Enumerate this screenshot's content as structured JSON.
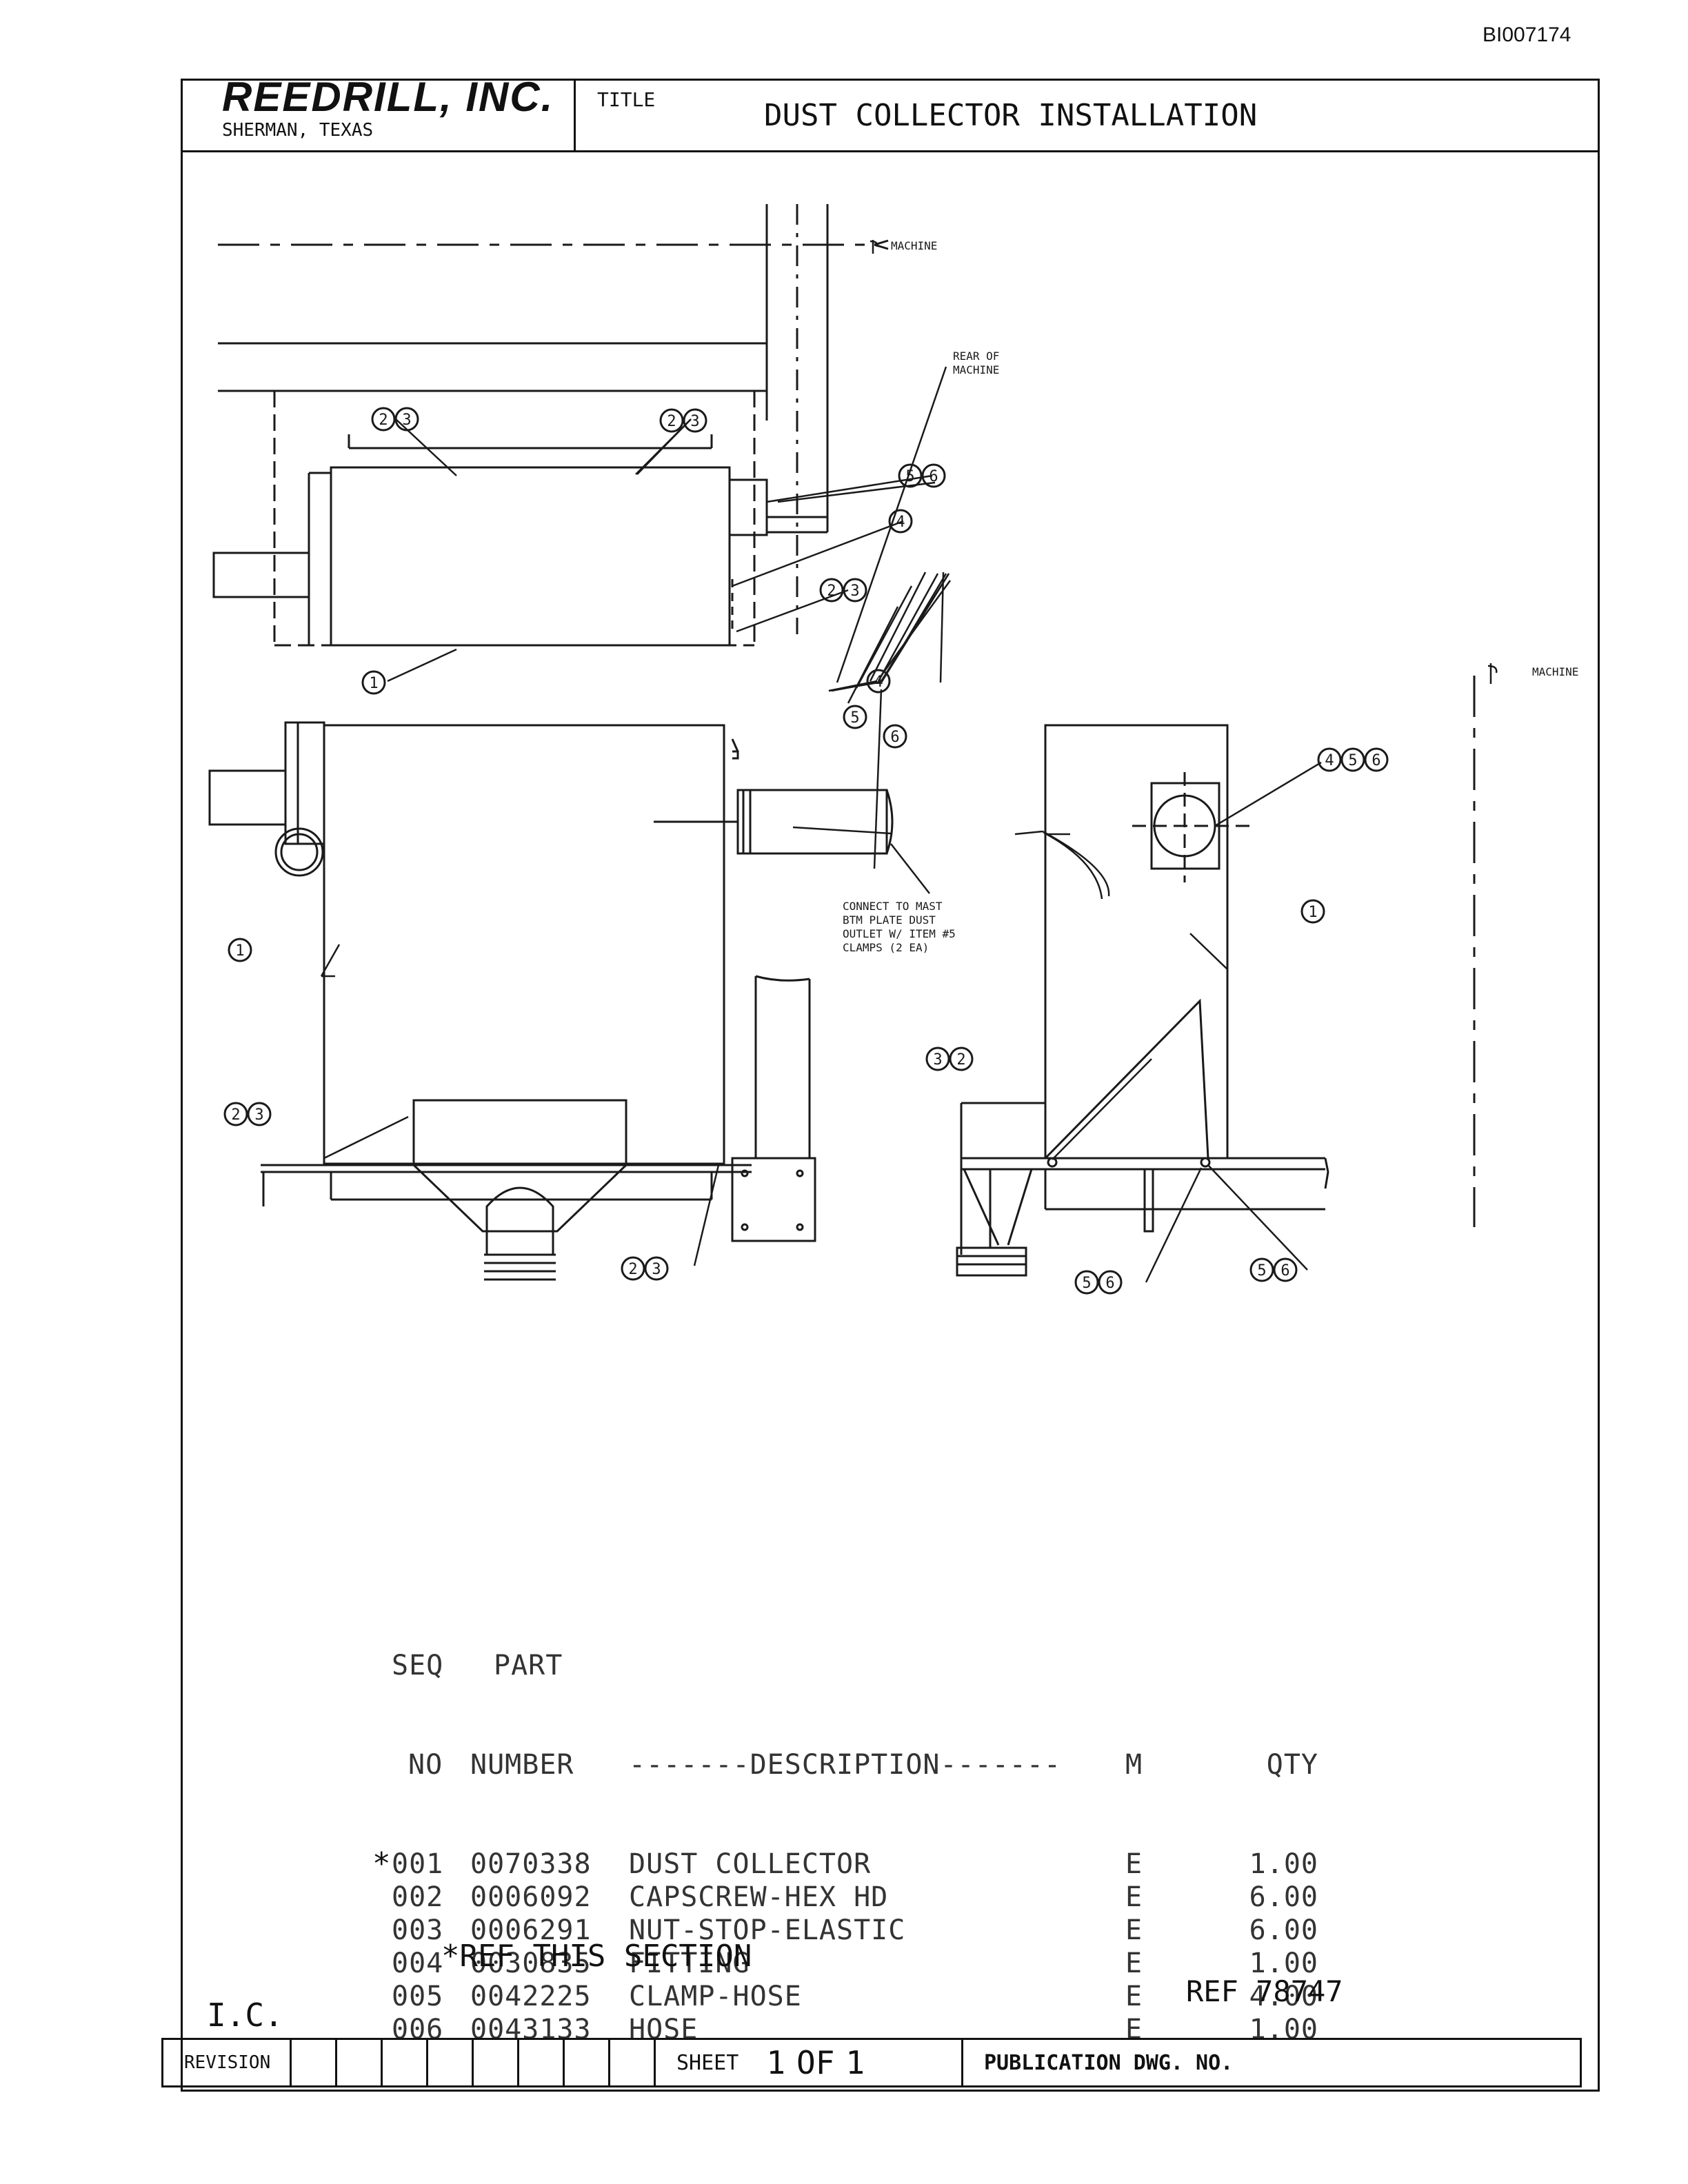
{
  "doc_id": "BI007174",
  "header": {
    "company": "REEDRILL, INC.",
    "location": "SHERMAN, TEXAS",
    "title_label": "TITLE",
    "title": "DUST COLLECTOR INSTALLATION"
  },
  "drawing": {
    "labels": {
      "machine_centerline_top": "MACHINE",
      "rear_of_machine_1": "REAR OF",
      "rear_of_machine_2": "MACHINE",
      "machine_centerline_right": "MACHINE",
      "connect_note_1": "CONNECT TO MAST",
      "connect_note_2": "BTM PLATE DUST",
      "connect_note_3": "OUTLET W/ ITEM #5",
      "connect_note_4": "CLAMPS (2 EA)"
    },
    "balloons": {
      "b1": "2",
      "b2": "3",
      "b3": "2",
      "b4": "3",
      "b5": "5",
      "b6": "6",
      "b7": "4",
      "b8": "2",
      "b9": "3",
      "b10": "1",
      "b11": "4",
      "b12": "5",
      "b13": "6",
      "b14": "4",
      "b15": "5",
      "b16": "6",
      "b17": "1",
      "b18": "1",
      "b19": "3",
      "b20": "2",
      "b21": "2",
      "b22": "3",
      "b23": "2",
      "b24": "3",
      "b25": "5",
      "b26": "6",
      "b27": "5",
      "b28": "6"
    }
  },
  "parts_table": {
    "header1": [
      "",
      "SEQ",
      "PART",
      "",
      "",
      ""
    ],
    "header2": [
      "",
      "NO",
      "NUMBER",
      "-------DESCRIPTION-------",
      "M",
      "QTY"
    ],
    "rows": [
      {
        "mark": "*",
        "seq": "001",
        "part": "0070338",
        "desc": "DUST COLLECTOR",
        "m": "E",
        "qty": "1.00"
      },
      {
        "mark": "",
        "seq": "002",
        "part": "0006092",
        "desc": "CAPSCREW-HEX HD",
        "m": "E",
        "qty": "6.00"
      },
      {
        "mark": "",
        "seq": "003",
        "part": "0006291",
        "desc": "NUT-STOP-ELASTIC",
        "m": "E",
        "qty": "6.00"
      },
      {
        "mark": "",
        "seq": "004",
        "part": "0030835",
        "desc": "FITTING",
        "m": "E",
        "qty": "1.00"
      },
      {
        "mark": "",
        "seq": "005",
        "part": "0042225",
        "desc": "CLAMP-HOSE",
        "m": "E",
        "qty": "4.00"
      },
      {
        "mark": "",
        "seq": "006",
        "part": "0043133",
        "desc": "HOSE",
        "m": "E",
        "qty": "1.00"
      }
    ]
  },
  "footer": {
    "ref_section": "*REF THIS SECTION",
    "ref_number": "REF 78747",
    "initials": "I.C.",
    "revision_label": "REVISION",
    "sheet_label": "SHEET",
    "sheet_num": "1",
    "sheet_of": "OF",
    "sheet_total": "1",
    "publication_label": "PUBLICATION DWG. NO."
  }
}
